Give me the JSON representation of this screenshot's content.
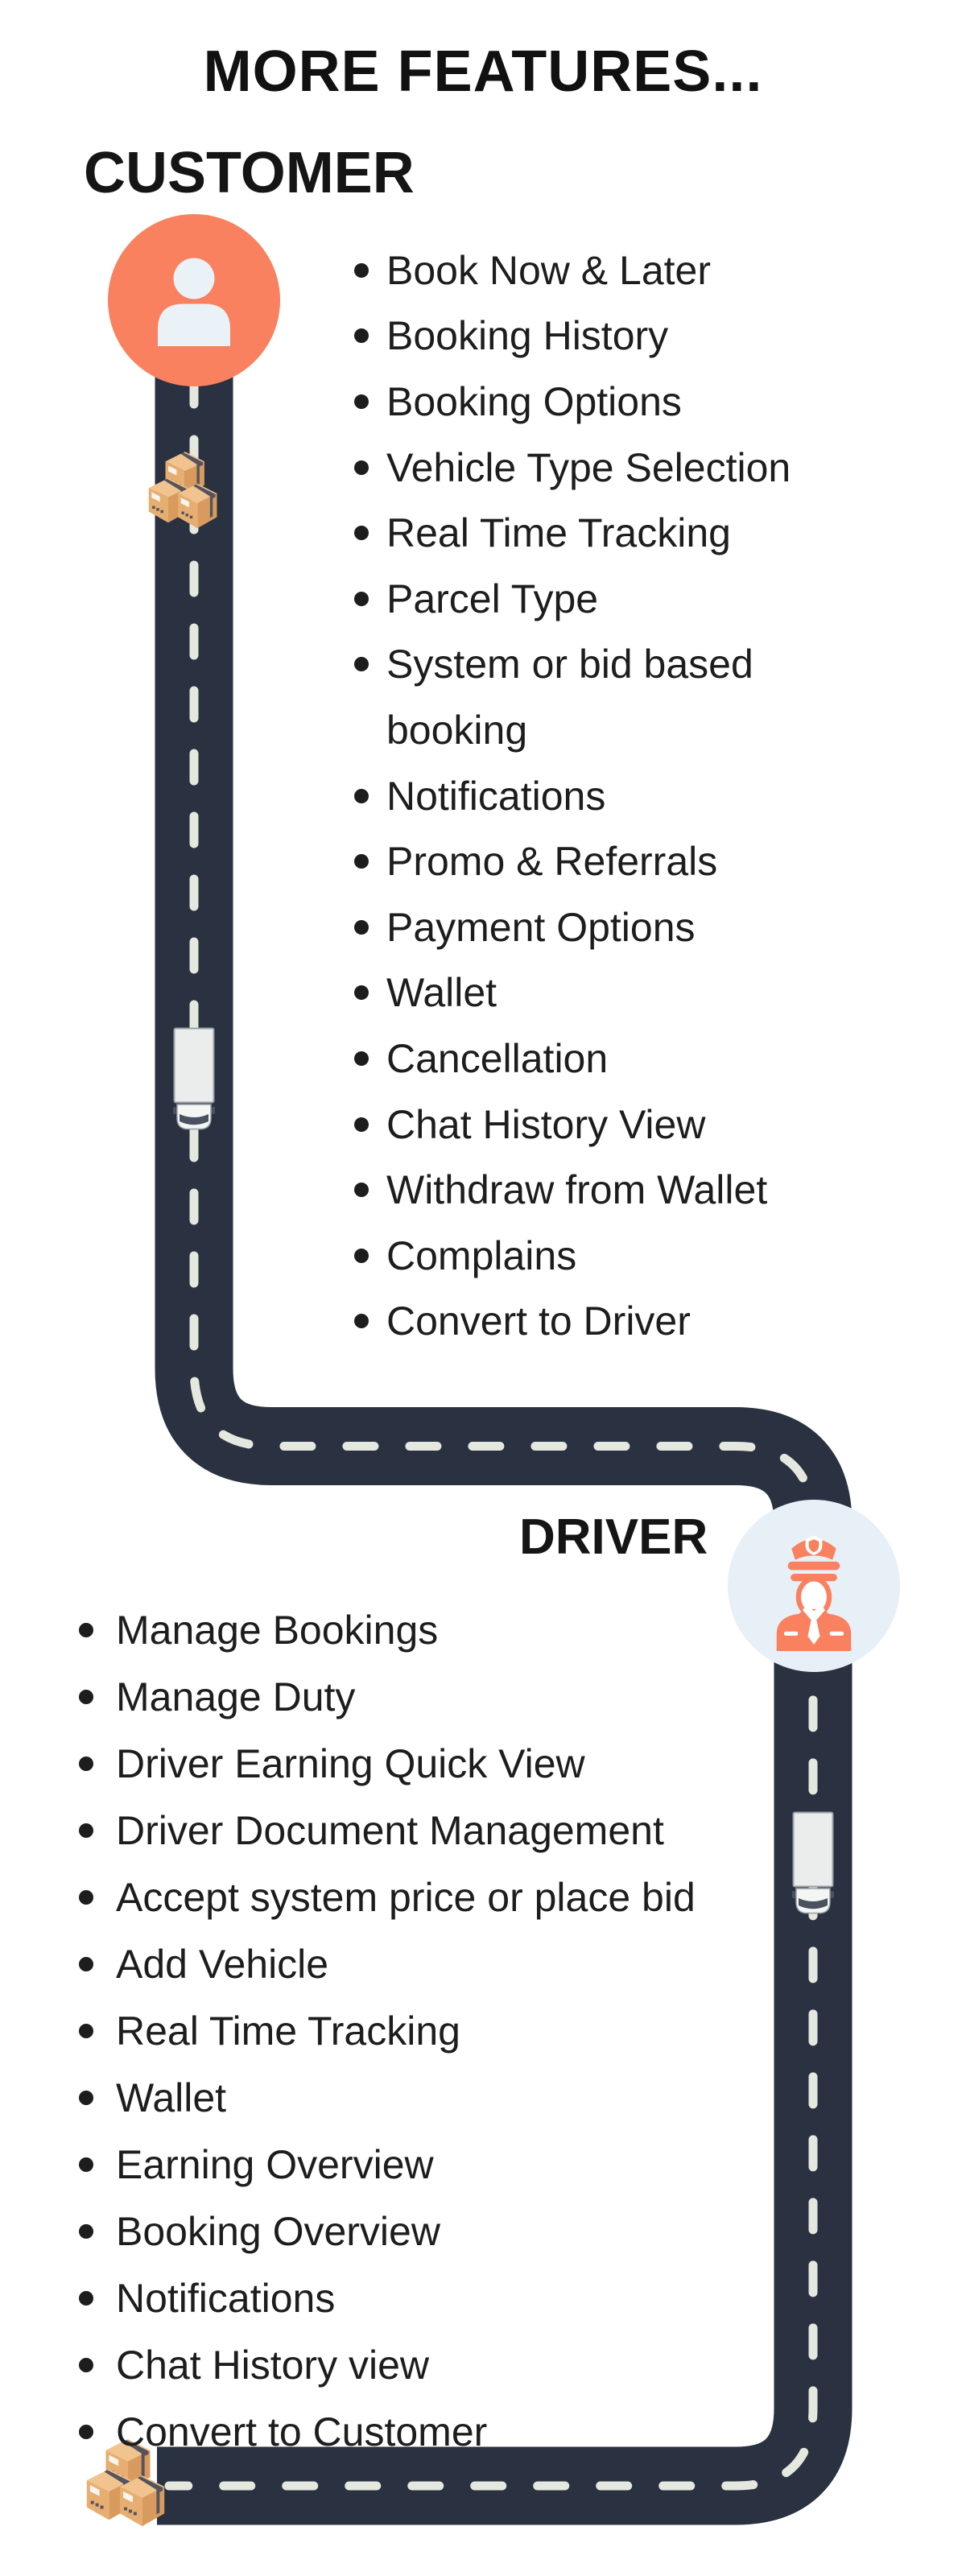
{
  "poster": {
    "title": "MORE FEATURES..."
  },
  "colors": {
    "accent": "#F9815F",
    "road": "#2A3140",
    "dash": "#E4E8DF",
    "driver_circle": "#E7EFF7",
    "icon_light": "#EAF2F8",
    "text": "#1D1D1D",
    "truck_body": "#EAEDEB",
    "truck_cab": "#F4F6F4",
    "truck_glass": "#4A5160",
    "truck_outline": "#9AA0A6",
    "box_top": "#F1C38E",
    "box_front": "#E6AE70",
    "box_side": "#D89B5D",
    "box_strap": "#55545E",
    "box_label": "#F8F5EF"
  },
  "icons": {
    "customer_avatar": "person-icon",
    "driver_avatar": "police-driver-icon",
    "vehicle": "delivery-truck-icon",
    "packages": "cardboard-boxes-icon"
  },
  "sections": {
    "customer": {
      "heading": "CUSTOMER",
      "items": [
        {
          "text": "Book Now & Later"
        },
        {
          "text": "Booking History"
        },
        {
          "text": "Booking Options"
        },
        {
          "text": "Vehicle Type Selection"
        },
        {
          "text": "Real Time Tracking"
        },
        {
          "text": "Parcel Type"
        },
        {
          "text": "System or bid based"
        },
        {
          "text": "booking",
          "continuation": true
        },
        {
          "text": "Notifications"
        },
        {
          "text": "Promo & Referrals"
        },
        {
          "text": "Payment Options"
        },
        {
          "text": "Wallet"
        },
        {
          "text": "Cancellation"
        },
        {
          "text": "Chat History View"
        },
        {
          "text": "Withdraw from Wallet"
        },
        {
          "text": "Complains"
        },
        {
          "text": "Convert to Driver"
        }
      ]
    },
    "driver": {
      "heading": "DRIVER",
      "items": [
        {
          "text": "Manage Bookings"
        },
        {
          "text": "Manage Duty"
        },
        {
          "text": "Driver Earning Quick View"
        },
        {
          "text": "Driver Document Management"
        },
        {
          "text": "Accept system price or place bid"
        },
        {
          "text": "Add Vehicle"
        },
        {
          "text": "Real Time Tracking"
        },
        {
          "text": "Wallet"
        },
        {
          "text": "Earning Overview"
        },
        {
          "text": "Booking Overview"
        },
        {
          "text": "Notifications"
        },
        {
          "text": "Chat History view"
        },
        {
          "text": "Convert to Customer"
        }
      ]
    }
  }
}
